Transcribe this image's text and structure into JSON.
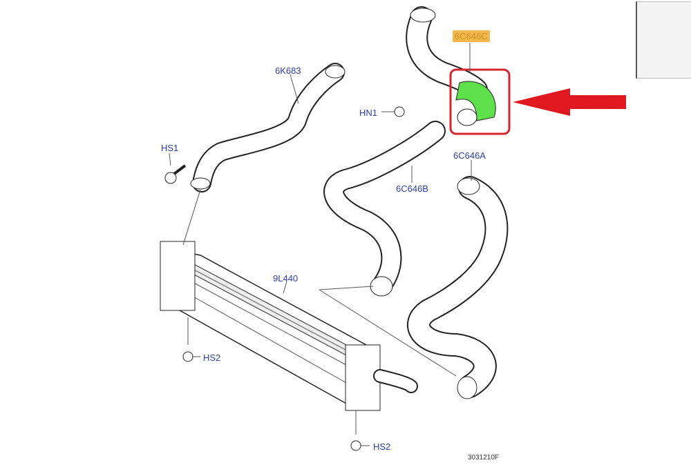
{
  "labels": {
    "p6K683": "6K683",
    "hs1": "HS1",
    "hn1": "HN1",
    "p6C646C": "6C646C",
    "p6C646B": "6C646B",
    "p6C646A": "6C646A",
    "p9L440": "9L440",
    "hs2_left": "HS2",
    "hs2_bottom": "HS2"
  },
  "reference_code": "3031210F",
  "colors": {
    "label": "#2b3fa6",
    "highlight_label_bg": "#f2b84b",
    "highlight_part": "#5de04a",
    "highlight_box": "#d6262b",
    "arrow": "#e0181f"
  }
}
